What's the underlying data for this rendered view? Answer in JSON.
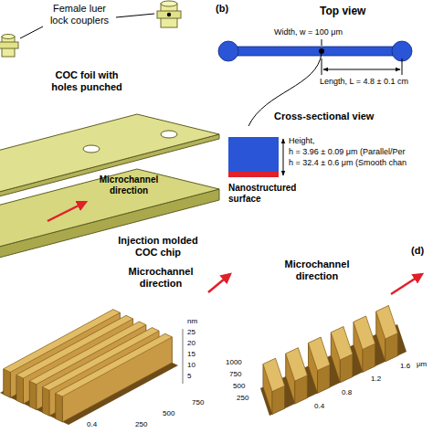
{
  "diagram": {
    "labels": [
      "Female luer lock couplers",
      "COC foil with holes punched",
      "Microchannel direction",
      "Injection molded COC chip",
      "(b)",
      "Top view",
      "Width, w = 100 μm",
      "Length, L = 4.8 ± 0.1 cm",
      "Cross-sectional view",
      "Height,",
      "h = 3.96 ± 0.09 μm (Parallel/Per",
      "h = 32.4 ± 0.6 μm (Smooth chan",
      "Nanostructured surface",
      "Microchannel direction",
      "nm",
      "25",
      "20",
      "15",
      "10",
      "5",
      "0.4",
      "250",
      "500",
      "750",
      "(d)",
      "Microchannel direction",
      "μm",
      "1.6",
      "1.2",
      "0.8",
      "0.4",
      "1000",
      "750",
      "500",
      "250"
    ]
  }
}
